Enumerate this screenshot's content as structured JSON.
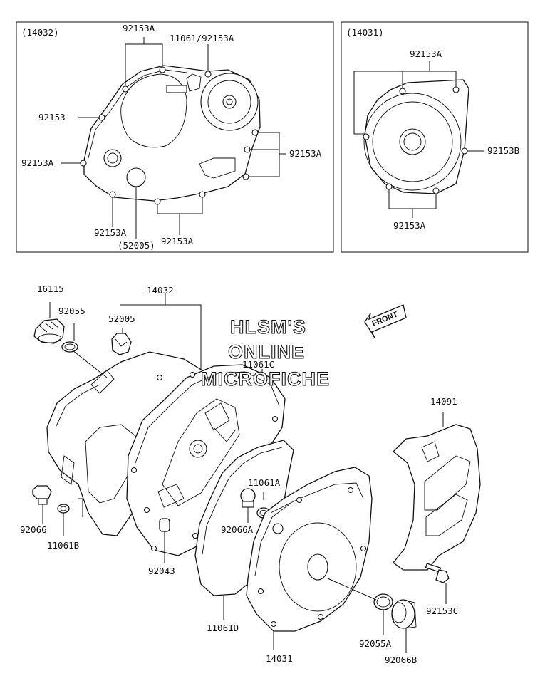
{
  "inset_left": {
    "assembly_ref": "(14032)",
    "labels": {
      "top_pair": "92153A",
      "top_right": "11061/92153A",
      "left_upper": "92153",
      "left_lower": "92153A",
      "right": "92153A",
      "bottom_left": "92153A",
      "bottom_plug": "(52005)",
      "bottom_right": "92153A"
    }
  },
  "inset_right": {
    "assembly_ref": "(14031)",
    "labels": {
      "top": "92153A",
      "right": "92153B",
      "bottom": "92153A"
    }
  },
  "main": {
    "labels": {
      "cap": "16115",
      "oring_top": "92055",
      "cover_main": "14032",
      "plug_top": "52005",
      "gasket_top": "11061C",
      "cover_small": "14091",
      "plug_left": "92066",
      "washer_left": "11061B",
      "dowel": "92043",
      "washer_mid": "11061A",
      "plug_mid": "92066A",
      "gasket_bottom": "11061D",
      "cover_lower": "14031",
      "oring_bottom": "92055A",
      "plug_bottom": "92066B",
      "bolt": "92153C"
    },
    "front_arrow": "FRONT"
  },
  "watermark": {
    "line1": "HLSM'S",
    "line2": "ONLINE",
    "line3": "MICROFICHE"
  }
}
